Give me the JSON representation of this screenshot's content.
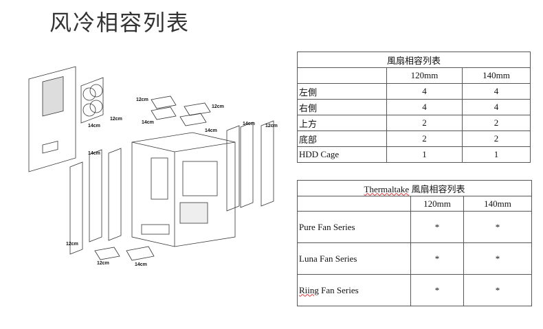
{
  "title": "风冷相容列表",
  "diagram": {
    "labels": {
      "l_12cm_a": "12cm",
      "l_12cm_b": "12cm",
      "l_14cm_a": "14cm",
      "l_12cm_c": "12cm",
      "l_14cm_b": "14cm",
      "l_14cm_c": "14cm",
      "l_14cm_d": "14cm",
      "l_12cm_d": "12cm",
      "l_14cm_e": "14cm",
      "l_12cm_e": "12cm",
      "l_12cm_f": "12cm",
      "l_14cm_f": "14cm"
    }
  },
  "table1": {
    "title": "風扇相容列表",
    "headers": [
      "",
      "120mm",
      "140mm"
    ],
    "rows": [
      {
        "label": "左側",
        "v120": "4",
        "v140": "4"
      },
      {
        "label": "右側",
        "v120": "4",
        "v140": "4"
      },
      {
        "label": "上方",
        "v120": "2",
        "v140": "2"
      },
      {
        "label": "底部",
        "v120": "2",
        "v140": "2"
      },
      {
        "label": "HDD Cage",
        "v120": "1",
        "v140": "1"
      }
    ]
  },
  "table2": {
    "title_brand": "Thermaltake",
    "title_rest": " 風扇相容列表",
    "headers": [
      "",
      "120mm",
      "140mm"
    ],
    "rows": [
      {
        "label": "Pure Fan Series",
        "v120": "*",
        "v140": "*"
      },
      {
        "label": "Luna Fan Series",
        "v120": "*",
        "v140": "*"
      },
      {
        "label_a": "Riing",
        "label_b": " Fan Series",
        "v120": "*",
        "v140": "*"
      }
    ]
  }
}
